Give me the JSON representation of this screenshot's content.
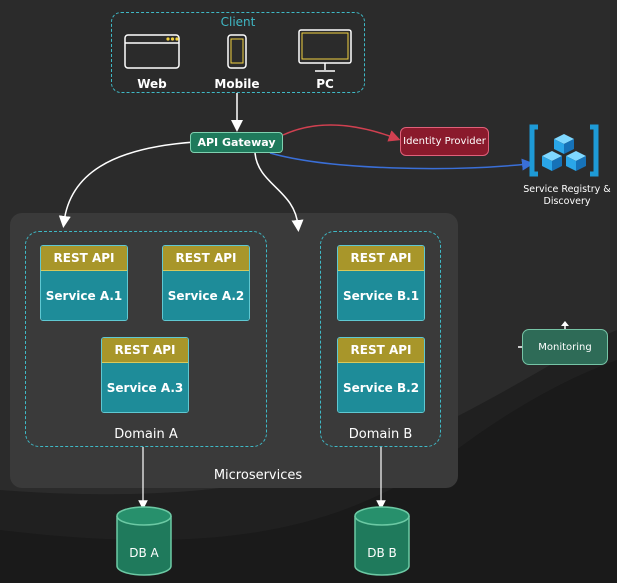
{
  "client": {
    "title": "Client",
    "devices": [
      {
        "label": "Web",
        "icon": "browser-window-icon"
      },
      {
        "label": "Mobile",
        "icon": "smartphone-icon"
      },
      {
        "label": "PC",
        "icon": "desktop-monitor-icon"
      }
    ]
  },
  "gateway": {
    "label": "API Gateway"
  },
  "identity_provider": {
    "label": "Identity Provider"
  },
  "service_registry": {
    "line1": "Service Registry &",
    "line2": "Discovery",
    "icon": "azure-cubes-icon"
  },
  "domains": [
    {
      "label": "Domain A",
      "services": [
        {
          "api": "REST API",
          "name": "Service A.1"
        },
        {
          "api": "REST API",
          "name": "Service A.2"
        },
        {
          "api": "REST API",
          "name": "Service A.3"
        }
      ]
    },
    {
      "label": "Domain B",
      "services": [
        {
          "api": "REST API",
          "name": "Service B.1"
        },
        {
          "api": "REST API",
          "name": "Service B.2"
        }
      ]
    }
  ],
  "microservices_label": "Microservices",
  "monitoring": {
    "label": "Monitoring"
  },
  "databases": [
    {
      "label": "DB A"
    },
    {
      "label": "DB B"
    }
  ],
  "colors": {
    "background": "#2b2b2b",
    "panel": "#3a3a3a",
    "dashed_border": "#3fb9c6",
    "gateway": "#1f7a5c",
    "identity": "#8a1a2c",
    "rest_api": "#a8962a",
    "service": "#1e8c99",
    "monitoring": "#2e6b57",
    "database": "#1f7a5c",
    "auth_arrow": "#d04050",
    "registry_arrow": "#3a6fd8"
  }
}
